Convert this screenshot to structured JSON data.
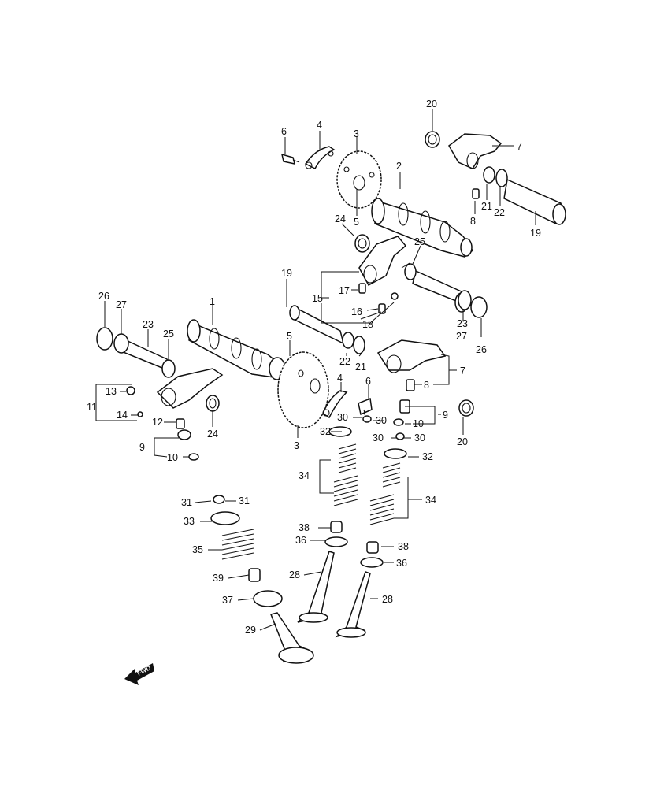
{
  "diagram": {
    "labels": {
      "l1": "1",
      "l2": "2",
      "l3a": "3",
      "l3b": "3",
      "l4a": "4",
      "l4b": "4",
      "l5a": "5",
      "l5b": "5",
      "l6a": "6",
      "l6b": "6",
      "l7a": "7",
      "l7b": "7",
      "l8a": "8",
      "l8b": "8",
      "l9a": "9",
      "l9b": "9",
      "l10a": "10",
      "l10b": "10",
      "l11": "11",
      "l12": "12",
      "l13": "13",
      "l14": "14",
      "l15": "15",
      "l16": "16",
      "l17": "17",
      "l18": "18",
      "l19a": "19",
      "l19b": "19",
      "l20a": "20",
      "l20b": "20",
      "l21a": "21",
      "l21b": "21",
      "l22a": "22",
      "l22b": "22",
      "l23a": "23",
      "l23b": "23",
      "l24a": "24",
      "l24b": "24",
      "l25a": "25",
      "l25b": "25",
      "l26a": "26",
      "l26b": "26",
      "l27a": "27",
      "l27b": "27",
      "l28a": "28",
      "l28b": "28",
      "l29": "29",
      "l30a": "30",
      "l30b": "30",
      "l30c": "30",
      "l30d": "30",
      "l31a": "31",
      "l31b": "31",
      "l32a": "32",
      "l32b": "32",
      "l33": "33",
      "l34a": "34",
      "l34b": "34",
      "l35": "35",
      "l36a": "36",
      "l36b": "36",
      "l37": "37",
      "l38a": "38",
      "l38b": "38",
      "l39": "39"
    },
    "fwd_label": "FWD"
  }
}
